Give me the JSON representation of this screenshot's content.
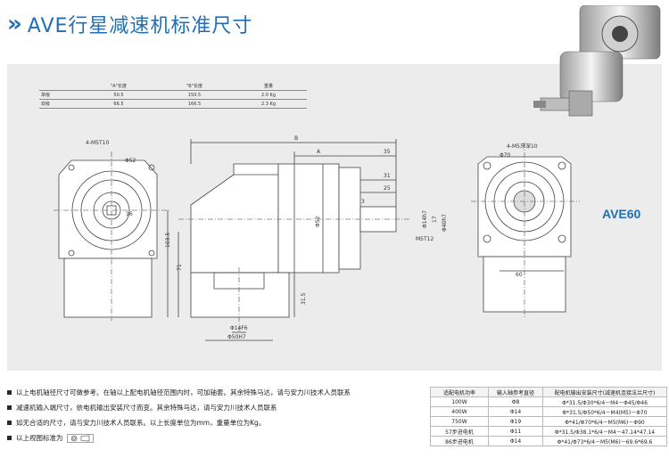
{
  "header": {
    "title": "AVE行星减速机标准尺寸"
  },
  "dimension_table": {
    "headers": [
      "",
      "\"A\"长度",
      "\"B\"长度",
      "重量"
    ],
    "rows": [
      [
        "单级",
        "50.5",
        "150.5",
        "2.0 Kg"
      ],
      [
        "双级",
        "66.5",
        "166.5",
        "2.3 Kg"
      ]
    ]
  },
  "drawing": {
    "model": "AVE60",
    "labels": {
      "hole_left": "4-M5T10",
      "dia_52": "Φ52",
      "n16": "16",
      "n103_5": "103.5",
      "n71": "71",
      "n31_5": "31.5",
      "dia_14f6": "Φ14F6",
      "dia_50h7": "Φ50H7",
      "B": "B",
      "A": "A",
      "n35": "35",
      "n31": "31",
      "n25": "25",
      "n3": "3",
      "dia_52b": "Φ52",
      "dia_14h7": "Φ14h7",
      "n17": "17",
      "dia_40h7": "Φ40h7",
      "m5t12": "M5T12",
      "hole_right": "4-M5牙深10",
      "dia_70": "Φ70",
      "n60": "60"
    }
  },
  "notes": [
    "以上电机轴径尺寸可做参考。在轴以上配电机轴径范围内时，可加轴套。其余特殊马达，请与安力川技术人员联系",
    "减速机输入端尺寸，依电机输出安装尺寸而变。其余特殊马达，请与安力川技术人员联系",
    "如无合适的尺寸，请与安力川技术人员联系。以上长度单位为mm，重量单位为Kg。",
    "以上视图标准为"
  ],
  "spec_table": {
    "headers": [
      "适配电机功率",
      "输入轴参考直径",
      "配电机输出安装尺寸(减速机连接法兰尺寸)"
    ],
    "rows": [
      [
        "100W",
        "Φ8",
        "Φ*31.5/Φ30*6/4－M4－Φ45/Φ46"
      ],
      [
        "400W",
        "Φ14",
        "Φ*31.5/Φ50*6/4－M4(M5)－Φ70"
      ],
      [
        "750W",
        "Φ19",
        "Φ*41/Φ70*6/4－M5(M6)－Φ90"
      ],
      [
        "57步进电机",
        "Φ11",
        "Φ*31.5/Φ38.1*6/4－M4－47.14*47.14"
      ],
      [
        "86步进电机",
        "Φ14",
        "Φ*41/Φ73*6/4－M5(M6)－69.6*69.6"
      ]
    ]
  },
  "colors": {
    "accent": "#1f6fb8",
    "panel": "#ececec"
  }
}
